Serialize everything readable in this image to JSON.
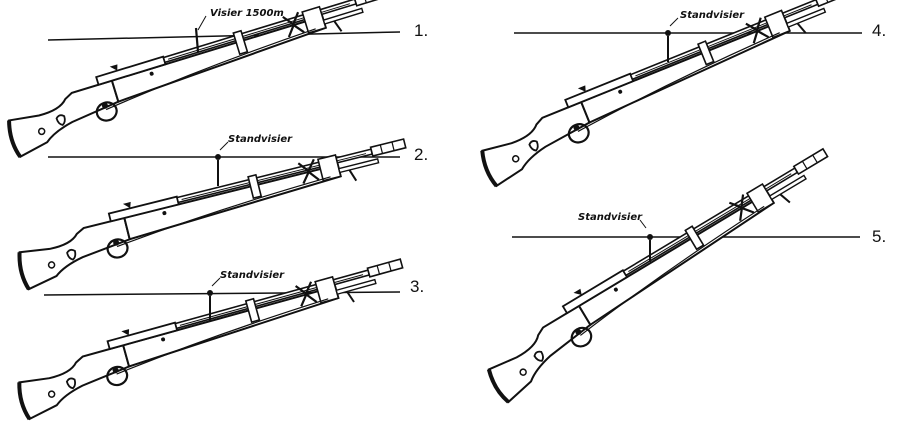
{
  "figures": [
    {
      "number": "1.",
      "sight_label": "Visier 1500m"
    },
    {
      "number": "2.",
      "sight_label": "Standvisier"
    },
    {
      "number": "3.",
      "sight_label": "Standvisier"
    },
    {
      "number": "4.",
      "sight_label": "Standvisier"
    },
    {
      "number": "5.",
      "sight_label": "Standvisier"
    }
  ],
  "colors": {
    "ink": "#111111",
    "stock": "#ffffff",
    "background": "#ffffff"
  }
}
